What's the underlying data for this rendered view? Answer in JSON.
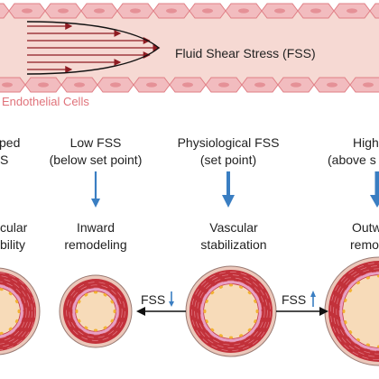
{
  "colors": {
    "vessel_fill": "#f6d9d3",
    "cell_fill": "#f2bcbf",
    "cell_stroke": "#e07f86",
    "flow_arrow": "#8e1b22",
    "blue_arrow": "#3a7ec2",
    "label_text": "#222222",
    "endothelial_text": "#e0727a",
    "media_red": "#c2313a",
    "outer_ring": "#ebc7ba",
    "lumen_fill": "#f7dbb9",
    "inner_ring": "#e8a0c4",
    "dots": "#f2b233"
  },
  "top_panel": {
    "fss_label": "Fluid Shear Stress (FSS)",
    "endothelial_label": "Endothelial Cells"
  },
  "columns": {
    "left_partial": {
      "heading_line1": "ped",
      "heading_line2": "S",
      "outcome_line1": "cular",
      "outcome_line2": "bility"
    },
    "low": {
      "heading_line1": "Low FSS",
      "heading_line2": "(below set point)",
      "outcome_line1": "Inward",
      "outcome_line2": "remodeling"
    },
    "physiological": {
      "heading_line1": "Physiological FSS",
      "heading_line2": "(set point)",
      "outcome_line1": "Vascular",
      "outcome_line2": "stabilization"
    },
    "high_partial": {
      "heading_line1": "High",
      "heading_line2": "(above s",
      "outcome_line1": "Outw",
      "outcome_line2": "remo"
    }
  },
  "fss_markers": {
    "low_label": "FSS",
    "low_arrow": "down-arrow-icon",
    "high_label": "FSS",
    "high_arrow": "up-arrow-icon"
  }
}
